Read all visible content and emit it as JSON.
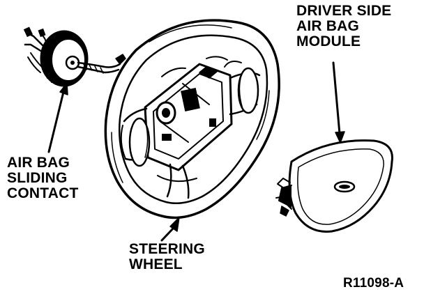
{
  "labels": {
    "module": [
      "DRIVER SIDE",
      "AIR BAG",
      "MODULE"
    ],
    "contact": [
      "AIR BAG",
      "SLIDING",
      "CONTACT"
    ],
    "wheel": [
      "STEERING",
      "WHEEL"
    ]
  },
  "figure_ref": "R11098-A",
  "colors": {
    "ink": "#000000",
    "paper": "#ffffff"
  }
}
